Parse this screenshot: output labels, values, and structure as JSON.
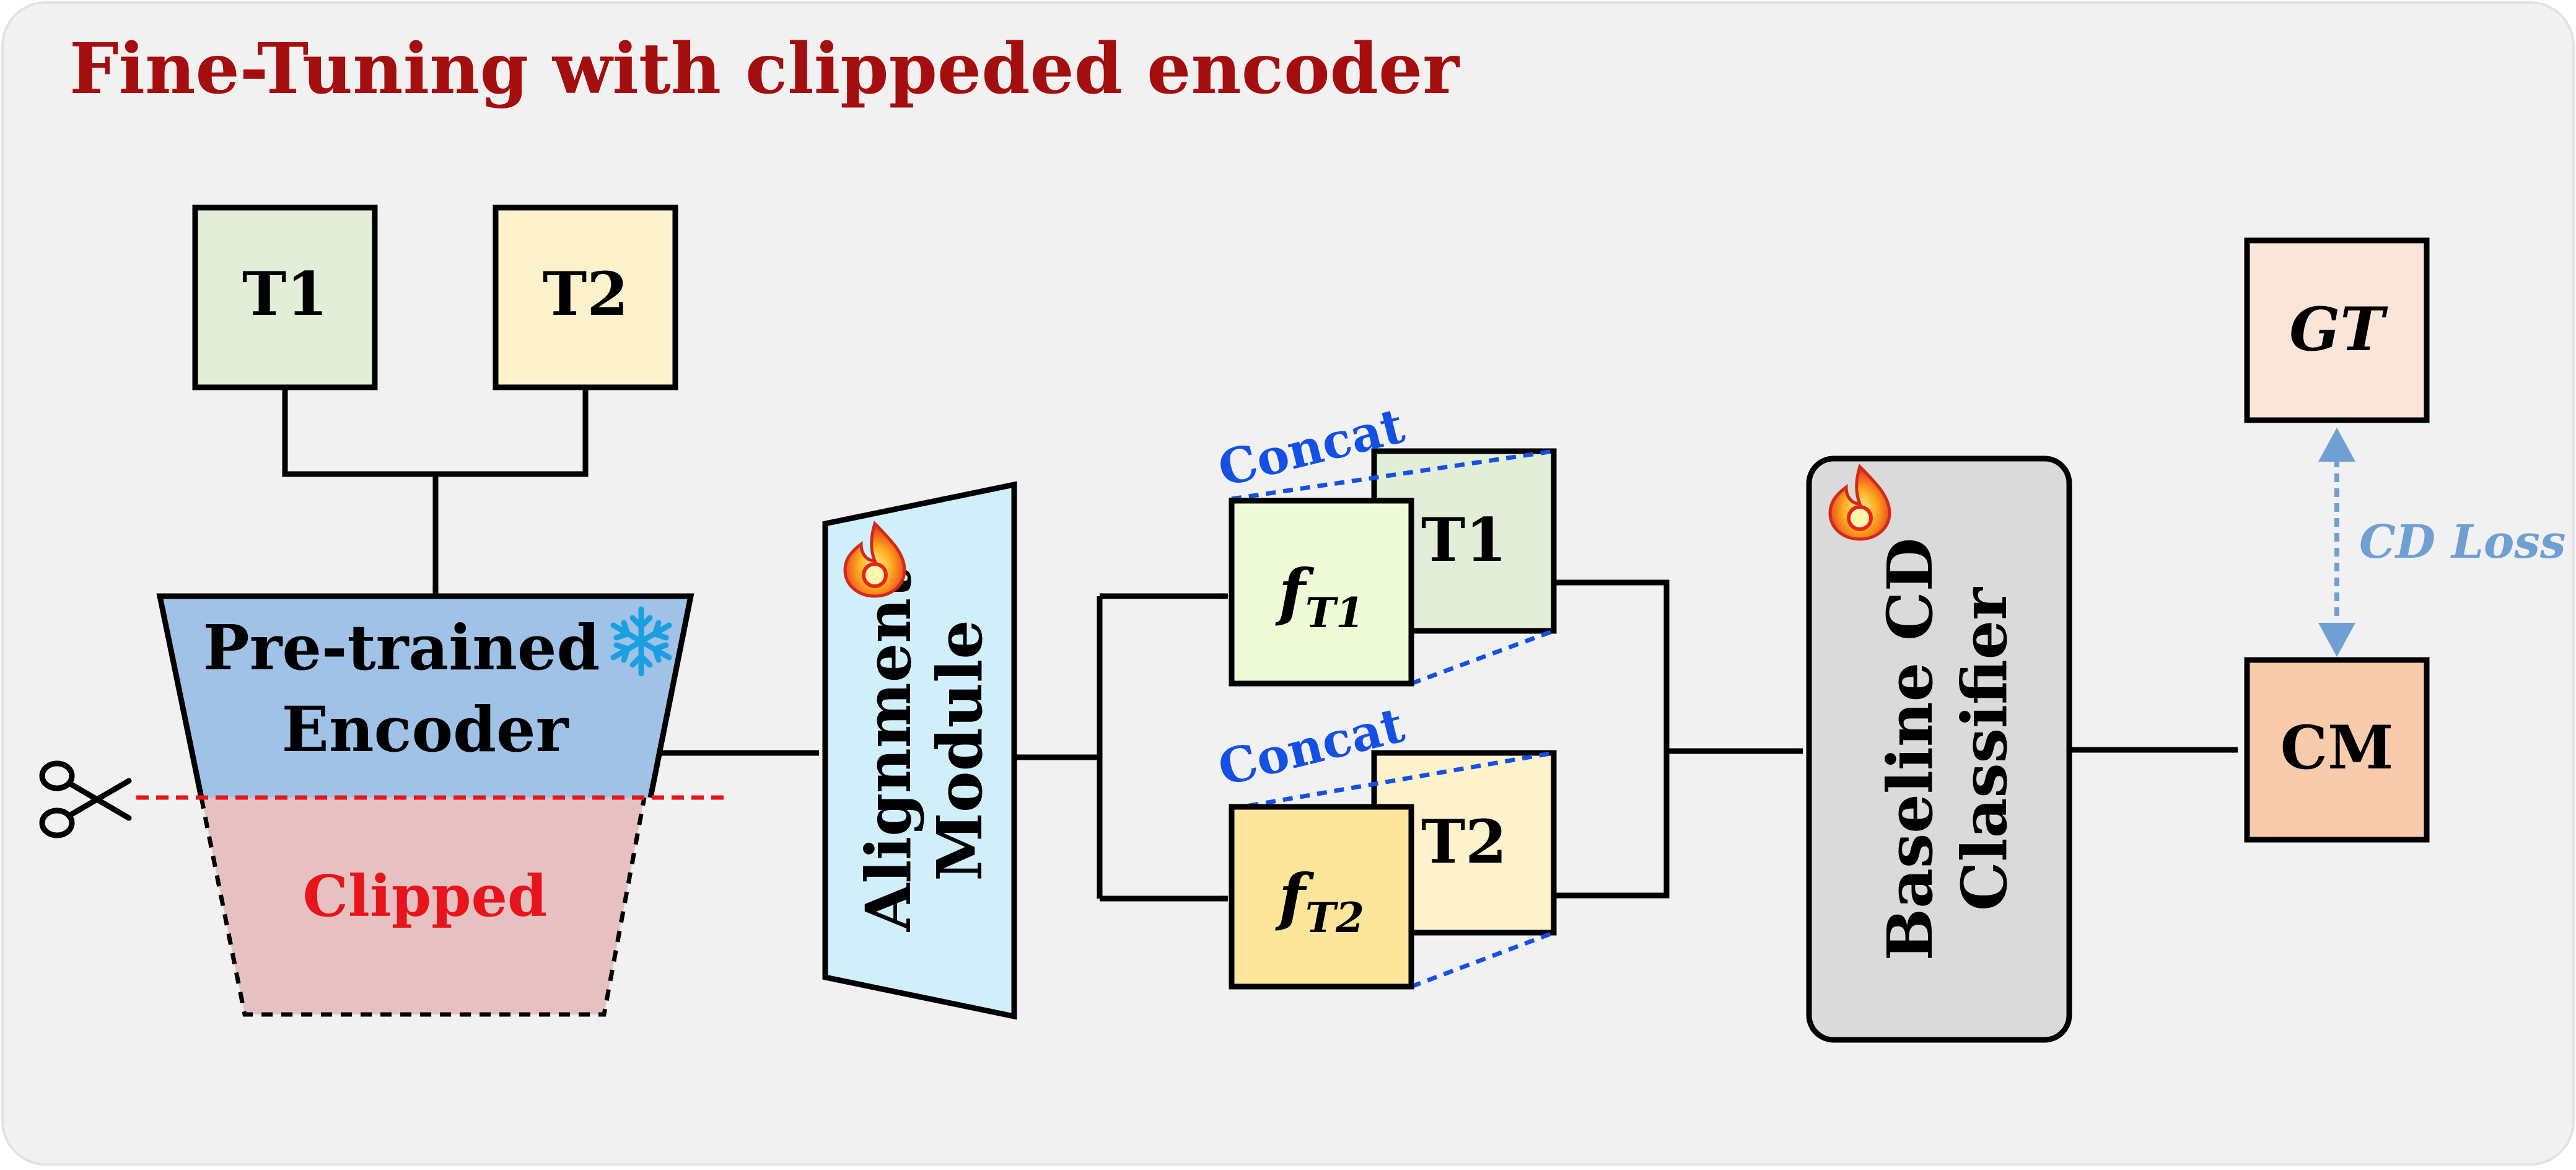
{
  "title": "Fine-Tuning with clippeded encoder",
  "inputs": {
    "t1": "T1",
    "t2": "T2"
  },
  "encoder": {
    "line1": "Pre-trained",
    "line2": "Encoder",
    "clipped_label": "Clipped",
    "frozen_icon": "snowflake-icon"
  },
  "alignment": {
    "line1": "Alignment",
    "line2": "Module",
    "trainable_icon": "flame-icon"
  },
  "features": {
    "top": {
      "concat": "Concat",
      "f_base": "f",
      "f_sub": "T1",
      "image": "T1"
    },
    "bottom": {
      "concat": "Concat",
      "f_base": "f",
      "f_sub": "T2",
      "image": "T2"
    }
  },
  "classifier": {
    "line1": "Baseline CD",
    "line2": "Classifier",
    "trainable_icon": "flame-icon"
  },
  "outputs": {
    "gt": "GT",
    "cm": "CM",
    "loss": "CD Loss"
  },
  "icons": {
    "scissors": "scissors-icon"
  },
  "colors": {
    "title": "#a50e0e",
    "background": "#f1f1f1",
    "t1_fill": "#e2eed8",
    "t2_fill": "#fef2cd",
    "encoder_fill": "#9fc2e6",
    "clipped_fill": "#e7c0c1",
    "clipped_text": "#e8141b",
    "alignment_fill": "#d1eefb",
    "f_t1_fill": "#eefbd6",
    "f_t2_fill": "#fde59c",
    "classifier_fill": "#dadada",
    "gt_fill": "#fbe5d8",
    "cm_fill": "#f8cbac",
    "concat_blue": "#1550e5",
    "loss_blue": "#6f9fd3"
  }
}
